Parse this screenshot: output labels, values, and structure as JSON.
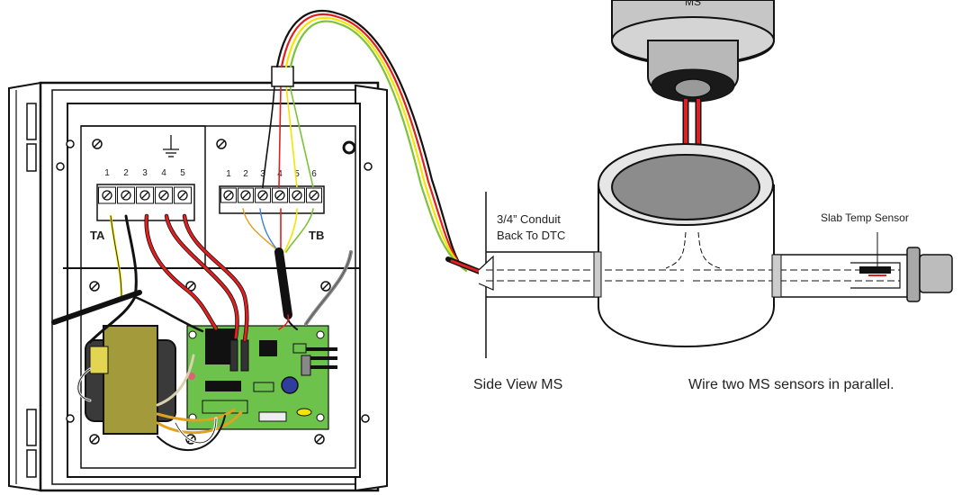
{
  "labels": {
    "ms_top": "MS",
    "conduit_line1": "3/4” Conduit",
    "conduit_line2": "Back To DTC",
    "slab_sensor": "Slab Temp Sensor",
    "side_view": "Side View MS",
    "parallel_note": "Wire two MS sensors in parallel.",
    "ta": "TA",
    "tb": "TB"
  },
  "terminals": {
    "ta": [
      "1",
      "2",
      "3",
      "4",
      "5"
    ],
    "tb": [
      "1",
      "2",
      "3",
      "4",
      "5",
      "6"
    ]
  },
  "icons": [
    "ground-symbol-icon"
  ],
  "colors": {
    "wire_red": "#e02020",
    "wire_yellow": "#f2e600",
    "wire_green": "#7cc23a",
    "wire_black": "#111111",
    "pcb_green": "#6cc24a",
    "transformer_olive": "#a39a3c",
    "transformer_winding": "#e2d552"
  }
}
